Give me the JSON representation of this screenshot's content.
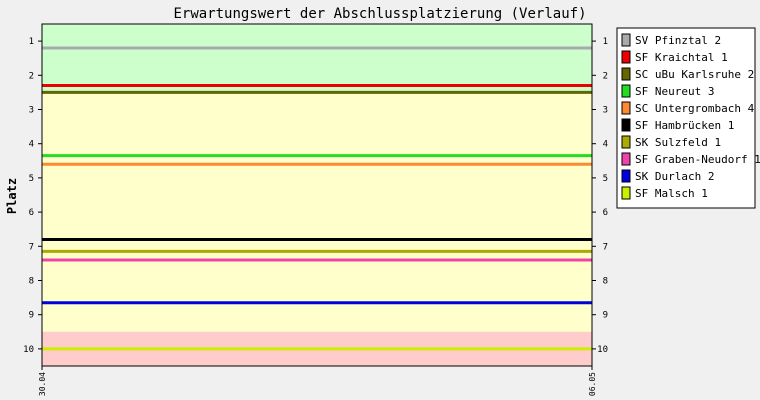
{
  "chart_data": {
    "type": "line",
    "title": "Erwartungswert der Abschlussplatzierung (Verlauf)",
    "xlabel": "",
    "ylabel": "Platz",
    "x": [
      "30.04",
      "06.05"
    ],
    "ylim": [
      0.5,
      10.5
    ],
    "y_inverted": true,
    "y_ticks": [
      1,
      2,
      3,
      4,
      5,
      6,
      7,
      8,
      9,
      10
    ],
    "grid": false,
    "legend_position": "right",
    "zones": [
      {
        "from": 0.5,
        "to": 2.5,
        "color": "#ccffcc"
      },
      {
        "from": 2.5,
        "to": 9.5,
        "color": "#ffffcc"
      },
      {
        "from": 9.5,
        "to": 10.5,
        "color": "#ffcccc"
      }
    ],
    "series": [
      {
        "name": "SV Pfinztal 2",
        "color": "#aaaaaa",
        "values": [
          1.2,
          1.2
        ]
      },
      {
        "name": "SF Kraichtal 1",
        "color": "#ee0000",
        "values": [
          2.3,
          2.3
        ]
      },
      {
        "name": "SC uBu Karlsruhe 2",
        "color": "#666600",
        "values": [
          2.5,
          2.5
        ]
      },
      {
        "name": "SF Neureut 3",
        "color": "#22dd22",
        "values": [
          4.35,
          4.35
        ]
      },
      {
        "name": "SC Untergrombach 4",
        "color": "#ff8833",
        "values": [
          4.6,
          4.6
        ]
      },
      {
        "name": "SF Hambrücken 1",
        "color": "#000000",
        "values": [
          6.8,
          6.8
        ]
      },
      {
        "name": "SK Sulzfeld 1",
        "color": "#aaaa00",
        "values": [
          7.15,
          7.15
        ]
      },
      {
        "name": "SF Graben-Neudorf 1",
        "color": "#ee44aa",
        "values": [
          7.4,
          7.4
        ]
      },
      {
        "name": "SK Durlach 2",
        "color": "#0000dd",
        "values": [
          8.65,
          8.65
        ]
      },
      {
        "name": "SF Malsch 1",
        "color": "#ccee00",
        "values": [
          10.0,
          10.0
        ]
      }
    ]
  }
}
